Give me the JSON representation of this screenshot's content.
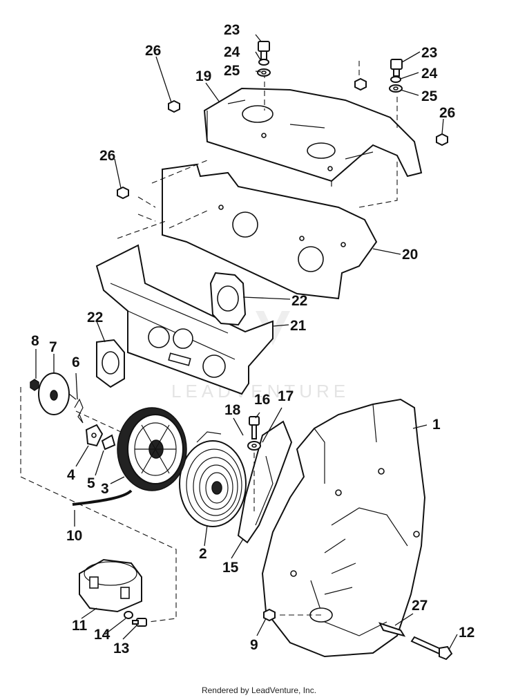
{
  "watermark": "LEADVENTURE",
  "footer": "Rendered by LeadVenture, Inc.",
  "callouts": [
    "1",
    "2",
    "3",
    "4",
    "5",
    "6",
    "7",
    "8",
    "9",
    "10",
    "11",
    "12",
    "13",
    "14",
    "15",
    "16",
    "17",
    "18",
    "19",
    "20",
    "21",
    "22",
    "22",
    "23",
    "23",
    "24",
    "24",
    "25",
    "25",
    "26",
    "26",
    "26",
    "27"
  ]
}
